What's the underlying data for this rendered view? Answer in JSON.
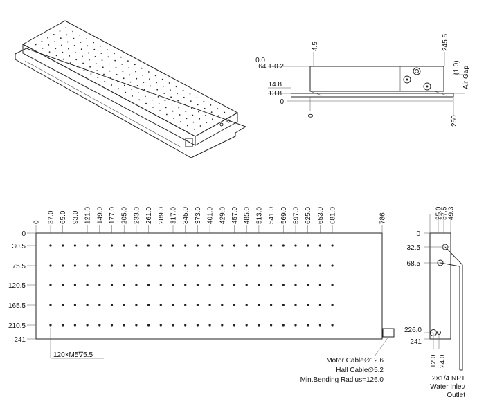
{
  "side_view": {
    "top_labels": [
      "4.5",
      "245.5"
    ],
    "left_labels": [
      "0.0",
      "64.1-0.2",
      "14.8",
      "13.8",
      "0"
    ],
    "bottom_labels": [
      "0",
      "250"
    ],
    "right_labels": [
      "(1.0)",
      "Air Gap"
    ]
  },
  "top_view": {
    "x_labels": [
      "0",
      "37.0",
      "65.0",
      "93.0",
      "121.0",
      "149.0",
      "177.0",
      "205.0",
      "233.0",
      "261.0",
      "289.0",
      "317.0",
      "345.0",
      "373.0",
      "401.0",
      "429.0",
      "457.0",
      "485.0",
      "513.0",
      "541.0",
      "569.0",
      "597.0",
      "625.0",
      "653.0",
      "681.0",
      "786"
    ],
    "y_labels": [
      "0",
      "30.5",
      "75.5",
      "120.5",
      "165.5",
      "210.5",
      "241"
    ],
    "hole_note": "120×M5∇5.5",
    "cable_notes": [
      "Motor Cable∅12.6",
      "Hall Cable∅5.2",
      "Min.Bending Radius=126.0"
    ]
  },
  "end_view": {
    "x_labels": [
      "0",
      "25.0",
      "37.5",
      "49.3"
    ],
    "y_labels": [
      "0",
      "32.5",
      "68.5",
      "226.0",
      "241"
    ],
    "bottom_labels": [
      "12.0",
      "24.0"
    ],
    "port_note": [
      "2×1/4 NPT",
      "Water Inlet/",
      "Outlet"
    ]
  }
}
